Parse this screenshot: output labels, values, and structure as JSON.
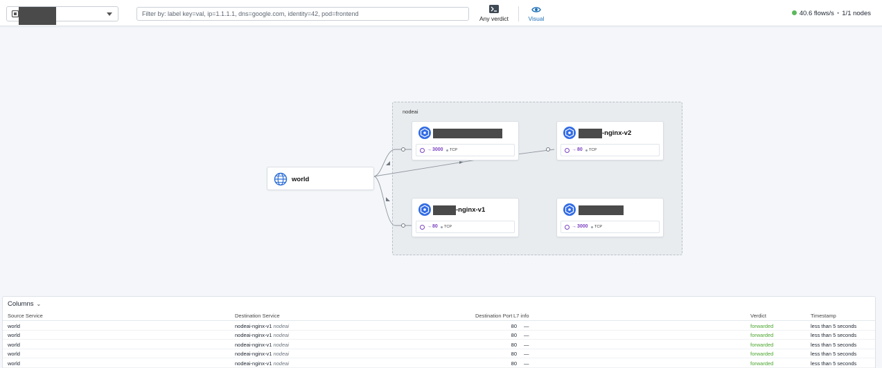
{
  "header": {
    "namespace_selected": "",
    "filter_placeholder": "Filter by: label key=val, ip=1.1.1.1, dns=google.com, identity=42, pod=frontend",
    "verdict_label": "Any verdict",
    "visual_label": "Visual",
    "flows_rate": "40.6 flows/s",
    "separator": "•",
    "nodes": "1/1 nodes",
    "status_color": "#5cb85c"
  },
  "graph": {
    "namespace_label": "nodeai",
    "world": {
      "name": "world"
    },
    "services": [
      {
        "name_suffix": "",
        "port": "3000",
        "protocol": "TCP",
        "arrow": "→"
      },
      {
        "name_suffix": "-nginx-v2",
        "port": "80",
        "protocol": "TCP",
        "arrow": "→"
      },
      {
        "name_suffix": "-nginx-v1",
        "port": "80",
        "protocol": "TCP",
        "arrow": "→"
      },
      {
        "name_suffix": "",
        "port": "3000",
        "protocol": "TCP",
        "arrow": "→"
      }
    ],
    "accent_color": "#326ce5",
    "port_color": "#7a3fbf"
  },
  "table": {
    "columns_label": "Columns",
    "headers": {
      "source": "Source Service",
      "destination": "Destination Service",
      "dest_port": "Destination Port",
      "l7": "L7 info",
      "verdict": "Verdict",
      "timestamp": "Timestamp"
    },
    "rows": [
      {
        "source": "world",
        "dest": "nodeai-nginx-v1",
        "dest_ns": "nodeai",
        "port": "80",
        "l7": "—",
        "verdict": "forwarded",
        "timestamp": "less than 5 seconds"
      },
      {
        "source": "world",
        "dest": "nodeai-nginx-v1",
        "dest_ns": "nodeai",
        "port": "80",
        "l7": "—",
        "verdict": "forwarded",
        "timestamp": "less than 5 seconds"
      },
      {
        "source": "world",
        "dest": "nodeai-nginx-v1",
        "dest_ns": "nodeai",
        "port": "80",
        "l7": "—",
        "verdict": "forwarded",
        "timestamp": "less than 5 seconds"
      },
      {
        "source": "world",
        "dest": "nodeai-nginx-v1",
        "dest_ns": "nodeai",
        "port": "80",
        "l7": "—",
        "verdict": "forwarded",
        "timestamp": "less than 5 seconds"
      },
      {
        "source": "world",
        "dest": "nodeai-nginx-v1",
        "dest_ns": "nodeai",
        "port": "80",
        "l7": "—",
        "verdict": "forwarded",
        "timestamp": "less than 5 seconds"
      }
    ],
    "verdict_color": "#4aa52e"
  }
}
